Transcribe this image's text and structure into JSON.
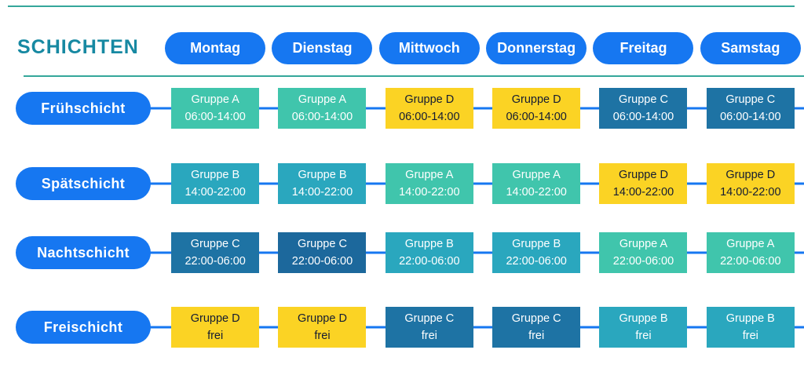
{
  "title": "SCHICHTEN",
  "days": [
    "Montag",
    "Dienstag",
    "Mittwoch",
    "Donnerstag",
    "Freitag",
    "Samstag"
  ],
  "colors": {
    "pill_blue": "#1677f1",
    "teal_line": "#35a79b",
    "title_teal": "#1789a2",
    "group_a": "#40c5ac",
    "group_b": "#2aa7be",
    "group_c": "#1e73a4",
    "group_d": "#fbd324",
    "dark_text": "#131b33"
  },
  "shifts": [
    {
      "label": "Frühschicht",
      "cells": [
        {
          "group": "Gruppe A",
          "time": "06:00-14:00",
          "style": "background:#40c5ac;color:#ffffff"
        },
        {
          "group": "Gruppe A",
          "time": "06:00-14:00",
          "style": "background:#40c5ac;color:#ffffff"
        },
        {
          "group": "Gruppe D",
          "time": "06:00-14:00",
          "style": "background:#fbd324;color:#131b33"
        },
        {
          "group": "Gruppe D",
          "time": "06:00-14:00",
          "style": "background:#fbd324;color:#131b33"
        },
        {
          "group": "Gruppe C",
          "time": "06:00-14:00",
          "style": "background:#1e73a4;color:#ffffff"
        },
        {
          "group": "Gruppe C",
          "time": "06:00-14:00",
          "style": "background:#1e73a4;color:#ffffff"
        }
      ]
    },
    {
      "label": "Spätschicht",
      "cells": [
        {
          "group": "Gruppe B",
          "time": "14:00-22:00",
          "style": "background:#2aa7be;color:#ffffff"
        },
        {
          "group": "Gruppe B",
          "time": "14:00-22:00",
          "style": "background:#2aa7be;color:#ffffff"
        },
        {
          "group": "Gruppe A",
          "time": "14:00-22:00",
          "style": "background:#40c5ac;color:#ffffff"
        },
        {
          "group": "Gruppe A",
          "time": "14:00-22:00",
          "style": "background:#40c5ac;color:#ffffff"
        },
        {
          "group": "Gruppe D",
          "time": "14:00-22:00",
          "style": "background:#fbd324;color:#131b33"
        },
        {
          "group": "Gruppe D",
          "time": "14:00-22:00",
          "style": "background:#fbd324;color:#131b33"
        }
      ]
    },
    {
      "label": "Nachtschicht",
      "cells": [
        {
          "group": "Gruppe C",
          "time": "22:00-06:00",
          "style": "background:#1e73a4;color:#ffffff"
        },
        {
          "group": "Gruppe C",
          "time": "22:00-06:00",
          "style": "background:#1c689c;color:#ffffff"
        },
        {
          "group": "Gruppe B",
          "time": "22:00-06:00",
          "style": "background:#2aa7be;color:#ffffff"
        },
        {
          "group": "Gruppe B",
          "time": "22:00-06:00",
          "style": "background:#2aa7be;color:#ffffff"
        },
        {
          "group": "Gruppe A",
          "time": "22:00-06:00",
          "style": "background:#40c5ac;color:#ffffff"
        },
        {
          "group": "Gruppe A",
          "time": "22:00-06:00",
          "style": "background:#40c5ac;color:#ffffff"
        }
      ]
    },
    {
      "label": "Freischicht",
      "cells": [
        {
          "group": "Gruppe D",
          "time": "frei",
          "style": "background:#fbd324;color:#131b33"
        },
        {
          "group": "Gruppe D",
          "time": "frei",
          "style": "background:#fbd324;color:#131b33"
        },
        {
          "group": "Gruppe C",
          "time": "frei",
          "style": "background:#1e73a4;color:#ffffff"
        },
        {
          "group": "Gruppe C",
          "time": "frei",
          "style": "background:#1e73a4;color:#ffffff"
        },
        {
          "group": "Gruppe B",
          "time": "frei",
          "style": "background:#2aa7be;color:#ffffff"
        },
        {
          "group": "Gruppe B",
          "time": "frei",
          "style": "background:#2aa7be;color:#ffffff"
        }
      ]
    }
  ]
}
